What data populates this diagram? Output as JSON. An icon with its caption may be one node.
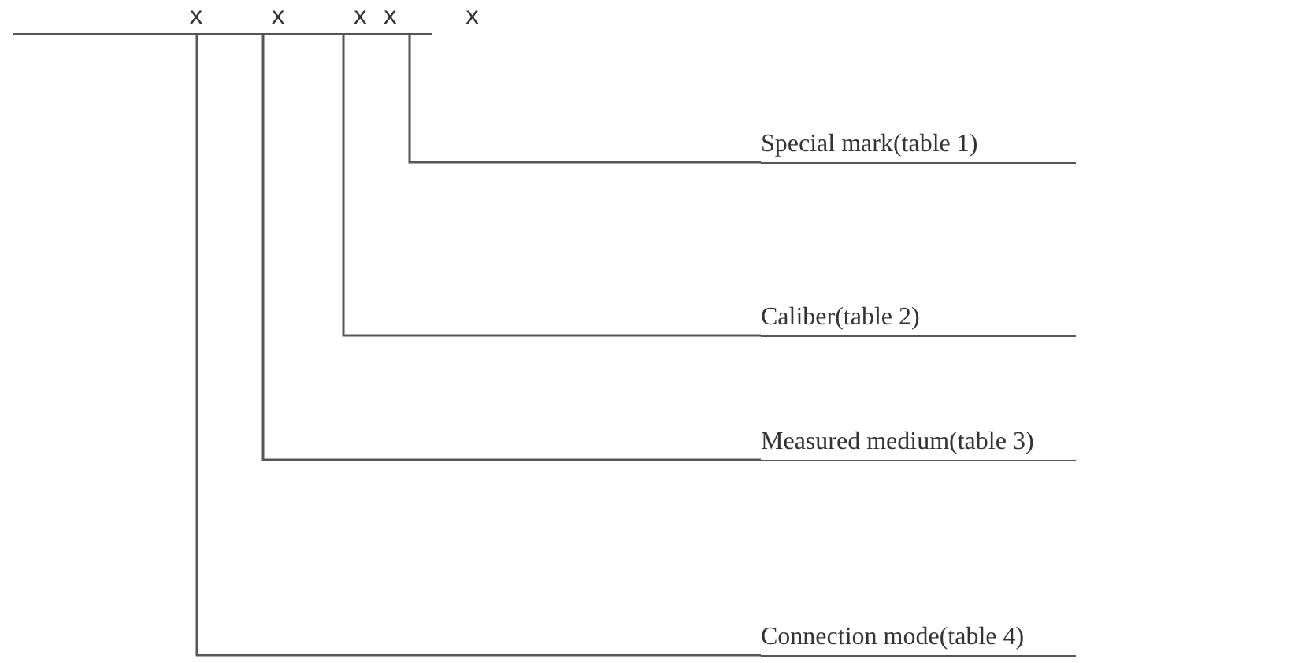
{
  "diagram": {
    "nodes": [
      {
        "text": [
          "x x xx x"
        ]
      },
      {
        "text": [
          "Special mark(table 1)"
        ]
      },
      {
        "text": [
          "Caliber(table 2)"
        ]
      },
      {
        "text": [
          "Measured medium(table 3)"
        ]
      },
      {
        "text": [
          "Connection mode(table 4)"
        ]
      }
    ],
    "edges": [
      {
        "from": 0,
        "to": 1,
        "arrow": "none"
      },
      {
        "from": 0,
        "to": 2,
        "arrow": "none"
      },
      {
        "from": 0,
        "to": 3,
        "arrow": "none"
      },
      {
        "from": 0,
        "to": 4,
        "arrow": "none"
      }
    ]
  }
}
